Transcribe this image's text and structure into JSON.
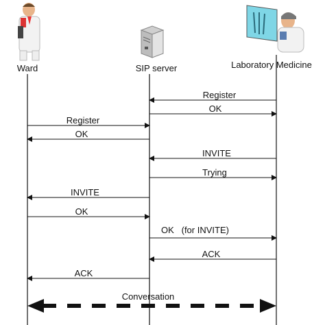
{
  "participants": [
    {
      "id": "ward",
      "label": "Ward",
      "icon": "doctor-icon"
    },
    {
      "id": "sip",
      "label": "SIP server",
      "icon": "server-icon"
    },
    {
      "id": "lab",
      "label": "Laboratory Medicine",
      "icon": "xray-viewer-doctor-icon"
    }
  ],
  "messages": [
    {
      "label": "Register",
      "from": "lab",
      "to": "sip"
    },
    {
      "label": "OK",
      "from": "sip",
      "to": "lab"
    },
    {
      "label": "Register",
      "from": "ward",
      "to": "sip"
    },
    {
      "label": "OK",
      "from": "sip",
      "to": "ward"
    },
    {
      "label": "INVITE",
      "from": "lab",
      "to": "sip"
    },
    {
      "label": "Trying",
      "from": "sip",
      "to": "lab"
    },
    {
      "label": "INVITE",
      "from": "sip",
      "to": "ward"
    },
    {
      "label": "OK",
      "from": "ward",
      "to": "sip"
    },
    {
      "label": "OK   (for INVITE)",
      "from": "sip",
      "to": "lab"
    },
    {
      "label": "ACK",
      "from": "lab",
      "to": "sip"
    },
    {
      "label": "ACK",
      "from": "sip",
      "to": "ward"
    }
  ],
  "conversation": {
    "label": "Conversation",
    "from": "ward",
    "to": "lab",
    "style": "dashed-bidirectional"
  },
  "colors": {
    "line": "#111111",
    "arrow": "#111111",
    "icon_coat": "#f2f2f2",
    "icon_skin": "#e8b48a",
    "screen": "#7fd6e6"
  }
}
